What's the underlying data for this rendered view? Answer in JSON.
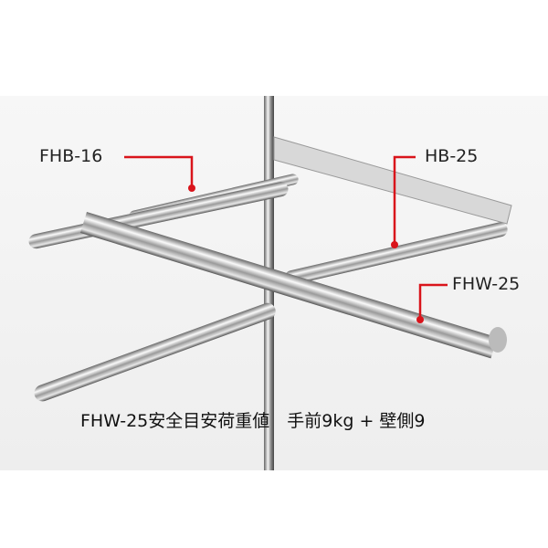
{
  "labels": {
    "fhb16": "FHB-16",
    "hb25": "HB-25",
    "fhw25": "FHW-25"
  },
  "caption": "FHW-25安全目安荷重値　手前9kg + 壁側9",
  "colors": {
    "callout": "#d9141b",
    "background": "#f3f3f3"
  }
}
